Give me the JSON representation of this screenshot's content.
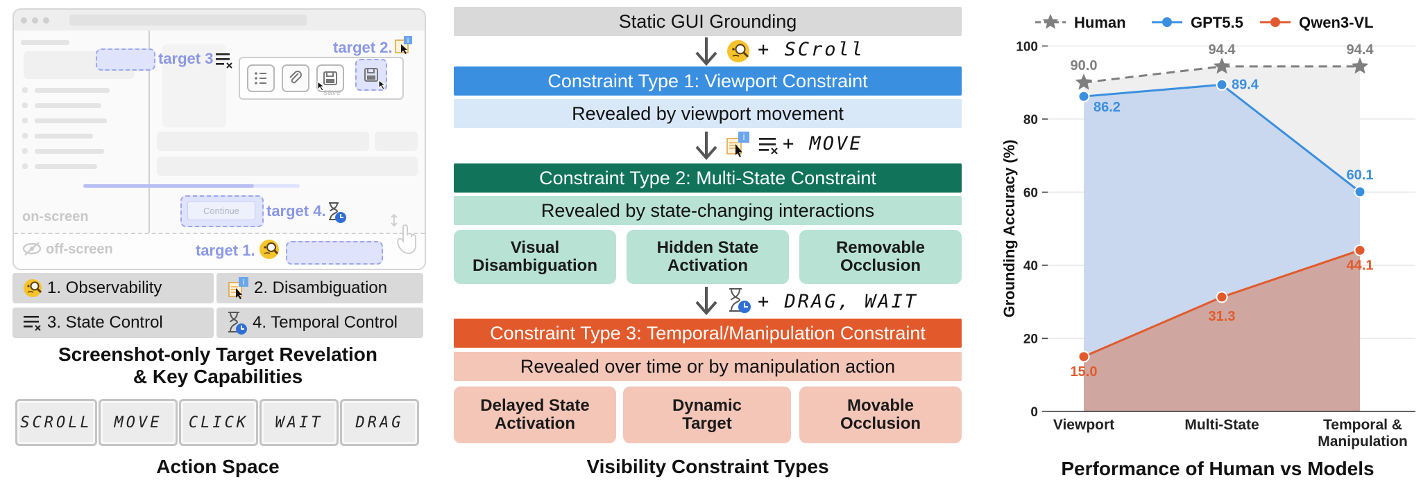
{
  "left": {
    "mock": {
      "on_screen": "on-screen",
      "off_screen": "off-screen",
      "save_caption": "save",
      "continue_label": "Continue",
      "targets": {
        "t1": "target 1.",
        "t2": "target 2.",
        "t3": "target 3",
        "t4": "target 4."
      }
    },
    "capabilities": [
      {
        "label": "1. Observability",
        "icon": "magnifier-face-icon"
      },
      {
        "label": "2. Disambiguation",
        "icon": "info-cursor-icon"
      },
      {
        "label": "3. State Control",
        "icon": "menu-close-icon"
      },
      {
        "label": "4. Temporal Control",
        "icon": "hourglass-clock-icon"
      }
    ],
    "title_line1": "Screenshot-only Target Revelation",
    "title_line2": "& Key Capabilities",
    "actions": [
      "SCROLL",
      "MOVE",
      "CLICK",
      "WAIT",
      "DRAG"
    ],
    "action_title": "Action Space"
  },
  "middle": {
    "static": "Static GUI Grounding",
    "arrow1": "+ SCroll",
    "type1": "Constraint Type 1: Viewport Constraint",
    "type1_sub": "Revealed by viewport movement",
    "arrow2": "+ MOVE",
    "type2": "Constraint Type 2: Multi-State Constraint",
    "type2_sub": "Revealed by state-changing interactions",
    "type2_items": [
      {
        "l1": "Visual",
        "l2": "Disambiguation"
      },
      {
        "l1": "Hidden State",
        "l2": "Activation"
      },
      {
        "l1": "Removable",
        "l2": "Occlusion"
      }
    ],
    "arrow3": "+ DRAG, WAIT",
    "type3": "Constraint Type 3: Temporal/Manipulation Constraint",
    "type3_sub": "Revealed over time or by manipulation action",
    "type3_items": [
      {
        "l1": "Delayed State",
        "l2": "Activation"
      },
      {
        "l1": "Dynamic",
        "l2": "Target"
      },
      {
        "l1": "Movable",
        "l2": "Occlusion"
      }
    ],
    "title": "Visibility Constraint Types",
    "colors": {
      "type1": "#3a8fe0",
      "type2": "#10735a",
      "type3": "#e25a2c",
      "type1_light": "#d8e8f8",
      "type2_light": "#b7e2d4",
      "type3_light": "#f4c6b8"
    }
  },
  "chart_data": {
    "type": "line",
    "title": "Performance of Human vs Models",
    "ylabel": "Grounding Accuracy (%)",
    "xlabel": "",
    "categories": [
      "Viewport",
      "Multi-State",
      "Temporal & Manipulation"
    ],
    "category_lines": [
      [
        "Viewport"
      ],
      [
        "Multi-State"
      ],
      [
        "Temporal &",
        "Manipulation"
      ]
    ],
    "ylim": [
      0,
      105
    ],
    "yticks": [
      "0",
      "20",
      "40",
      "60",
      "80",
      "100"
    ],
    "grid": true,
    "legend_position": "top",
    "series": [
      {
        "name": "Human",
        "values": [
          90.0,
          94.4,
          94.4
        ],
        "labels": [
          "90.0",
          "94.4",
          "94.4"
        ],
        "color": "#7f7f7f",
        "marker": "star",
        "dashed": true
      },
      {
        "name": "GPT5.5",
        "values": [
          86.2,
          89.4,
          60.1
        ],
        "labels": [
          "86.2",
          "89.4",
          "60.1"
        ],
        "color": "#3a8fe0",
        "marker": "circle",
        "dashed": false
      },
      {
        "name": "Qwen3-VL",
        "values": [
          15.0,
          31.3,
          44.1
        ],
        "labels": [
          "15.0",
          "31.3",
          "44.1"
        ],
        "color": "#e25a2c",
        "marker": "circle",
        "dashed": false
      }
    ]
  }
}
